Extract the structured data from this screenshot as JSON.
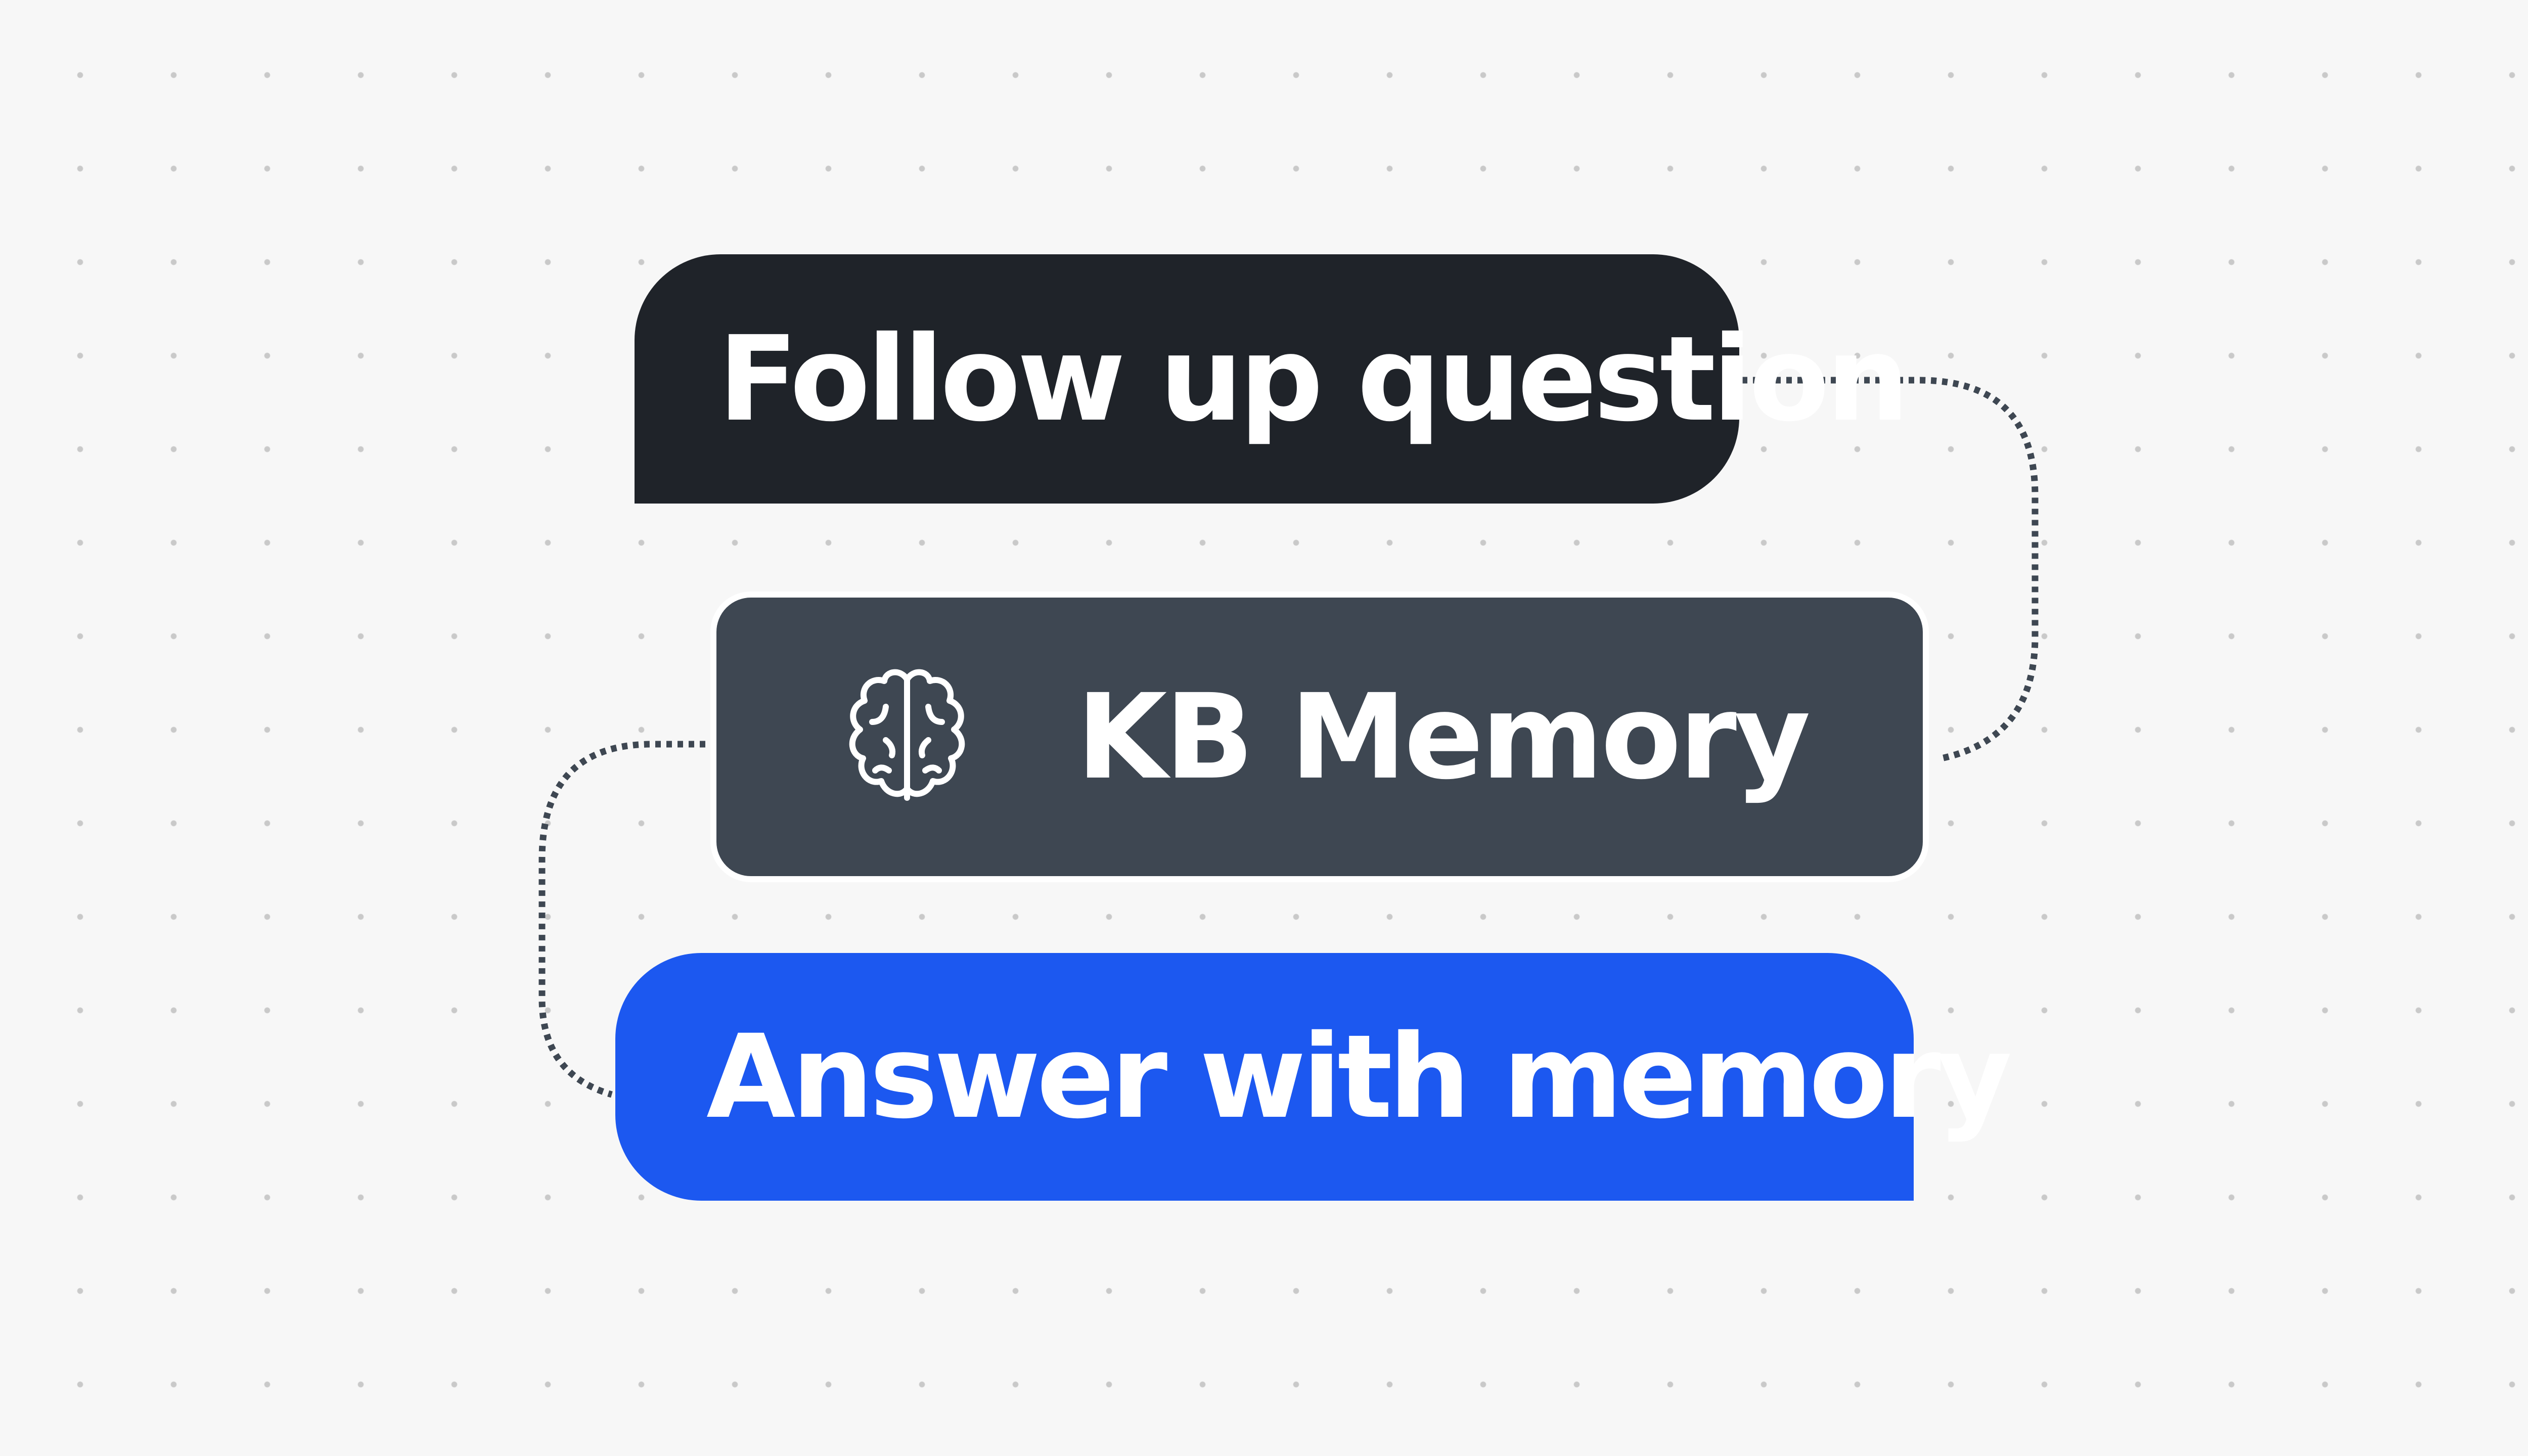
{
  "diagram": {
    "nodes": [
      {
        "id": "follow-up-question",
        "label": "Follow up question",
        "color": "#1f2329"
      },
      {
        "id": "kb-memory",
        "label": "KB Memory",
        "icon": "brain-icon",
        "color": "#3e4752"
      },
      {
        "id": "answer-with-memory",
        "label": "Answer with memory",
        "color": "#1c58f0"
      }
    ],
    "edges": [
      {
        "from": "follow-up-question",
        "to": "kb-memory",
        "style": "dotted"
      },
      {
        "from": "kb-memory",
        "to": "answer-with-memory",
        "style": "dotted"
      }
    ],
    "background": {
      "color": "#f7f7f7",
      "pattern": "dot-grid",
      "dot_color": "#c9c9c9"
    },
    "connector_color": "#3e4752"
  }
}
